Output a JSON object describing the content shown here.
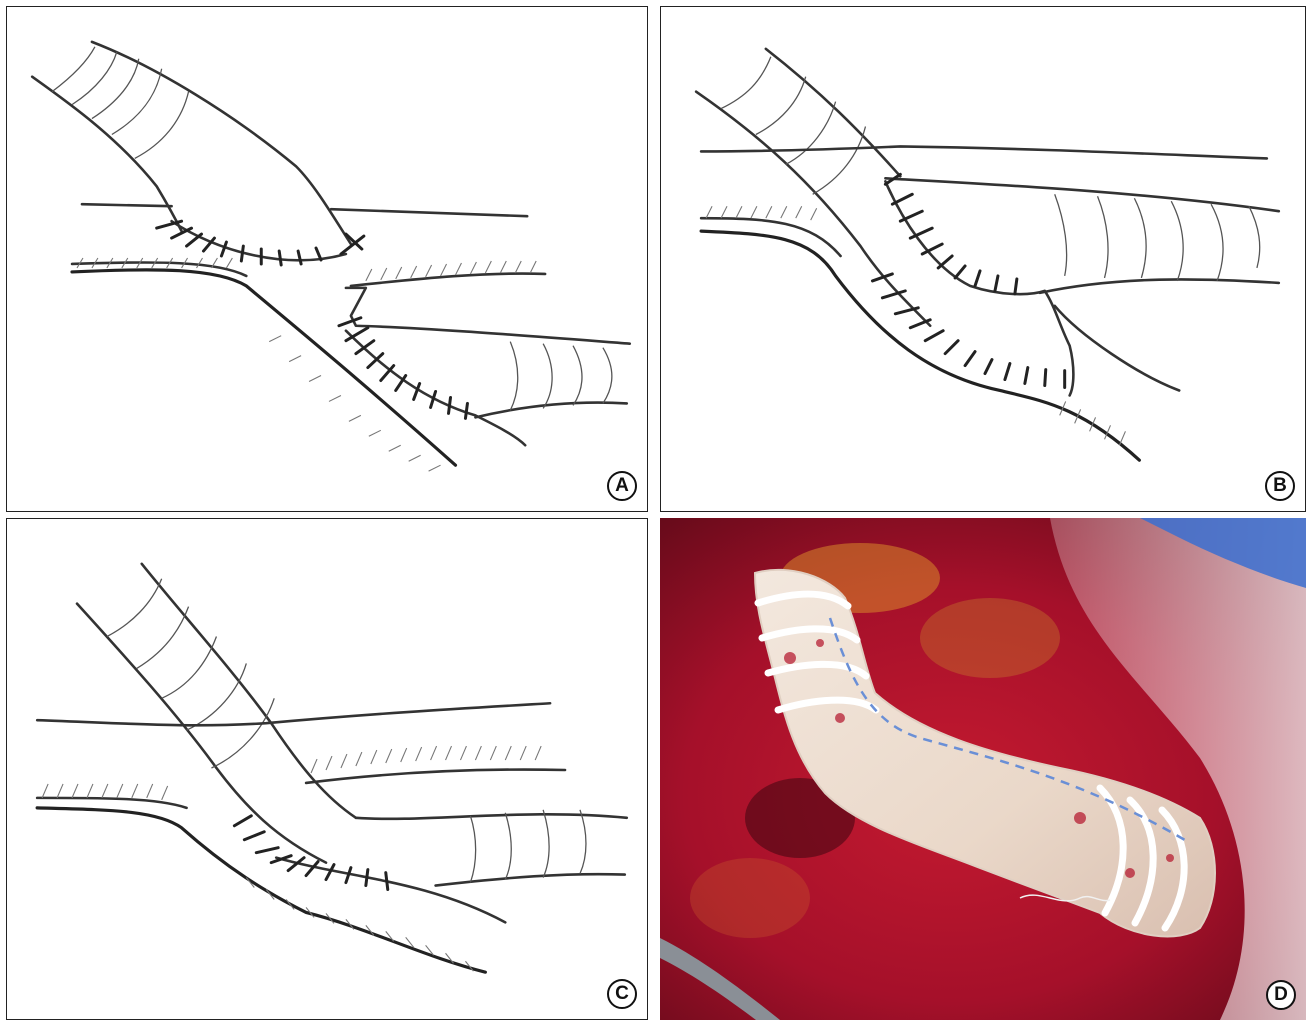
{
  "panels": [
    {
      "id": "A",
      "label": "A",
      "kind": "drawing"
    },
    {
      "id": "B",
      "label": "B",
      "kind": "drawing"
    },
    {
      "id": "C",
      "label": "C",
      "kind": "drawing"
    },
    {
      "id": "D",
      "label": "D",
      "kind": "photo"
    }
  ],
  "colors": {
    "border": "#222222",
    "ink": "#333333",
    "tissue": "#b3122a",
    "graft": "#efe6dc",
    "marker": "#6a8fd6",
    "glove": "#3b6fd0"
  }
}
